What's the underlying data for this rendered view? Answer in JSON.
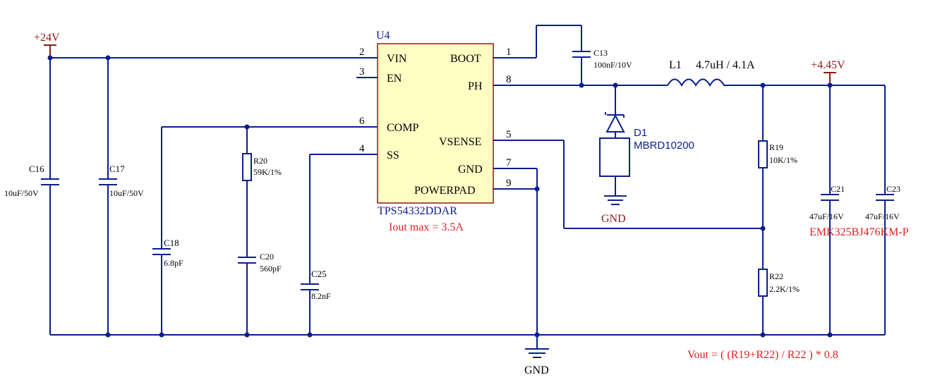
{
  "rails": {
    "vin": "+24V",
    "vout": "+4.45V",
    "gnd_left": "GND",
    "gnd_diode": "GND"
  },
  "ic": {
    "ref": "U4",
    "part": "TPS54332DDAR",
    "note": "Iout max = 3.5A",
    "pins": [
      {
        "num": "2",
        "name": "VIN"
      },
      {
        "num": "3",
        "name": "EN"
      },
      {
        "num": "6",
        "name": "COMP"
      },
      {
        "num": "4",
        "name": "SS"
      },
      {
        "num": "1",
        "name": "BOOT"
      },
      {
        "num": "8",
        "name": "PH"
      },
      {
        "num": "5",
        "name": "VSENSE"
      },
      {
        "num": "7",
        "name": "GND"
      },
      {
        "num": "9",
        "name": "POWERPAD"
      }
    ]
  },
  "components": {
    "c16": {
      "ref": "C16",
      "value": "10uF/50V"
    },
    "c17": {
      "ref": "C17",
      "value": "10uF/50V"
    },
    "c18": {
      "ref": "C18",
      "value": "6.8pF"
    },
    "r20": {
      "ref": "R20",
      "value": "59K/1%"
    },
    "c20": {
      "ref": "C20",
      "value": "560pF"
    },
    "c25": {
      "ref": "C25",
      "value": "8.2nF"
    },
    "c13": {
      "ref": "C13",
      "value": "100nF/10V"
    },
    "l1": {
      "ref": "L1",
      "value": "4.7uH / 4.1A"
    },
    "d1": {
      "ref": "D1",
      "value": "MBRD10200"
    },
    "r19": {
      "ref": "R19",
      "value": "10K/1%"
    },
    "r22": {
      "ref": "R22",
      "value": "2.2K/1%"
    },
    "c21": {
      "ref": "C21",
      "value": "47uF/16V"
    },
    "c23": {
      "ref": "C23",
      "value": "47uF/16V"
    }
  },
  "notes": {
    "cap_part": "EMK325BJ476KM-P",
    "formula": "Vout = ( (R19+R22) / R22 ) * 0.8"
  }
}
